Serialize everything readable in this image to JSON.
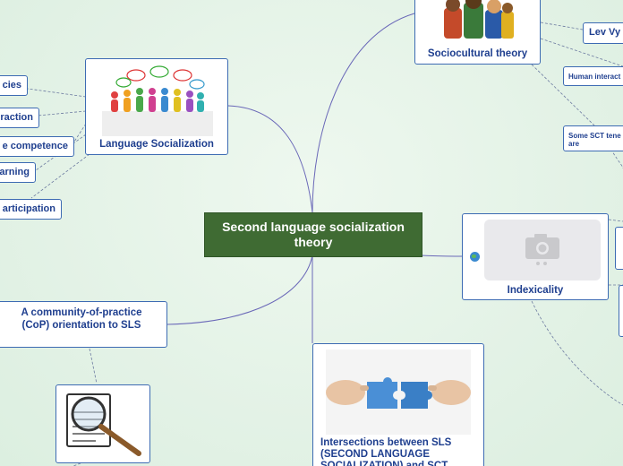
{
  "central": {
    "title": "Second language socialization theory"
  },
  "topics": {
    "sociocultural": "Sociocultural theory",
    "language_socialization": "Language Socialization",
    "indexicality": "Indexicality",
    "cop": "A community-of-practice (CoP) orientation to SLS",
    "intersections": "Intersections between SLS (SECOND LANGUAGE SOCIALIZATION) and SCT"
  },
  "left_subtopics": [
    "cies",
    "raction",
    "e competence",
    "arning",
    "articipation"
  ],
  "right_subtopics": {
    "lev": "Lev Vy",
    "human": "Human interact",
    "sct_tenets": "Some SCT tene are"
  },
  "colors": {
    "central_bg": "#3f6b33",
    "node_border": "#3d6bb3",
    "node_text": "#1f3f8f",
    "link": "#6a68b8"
  }
}
